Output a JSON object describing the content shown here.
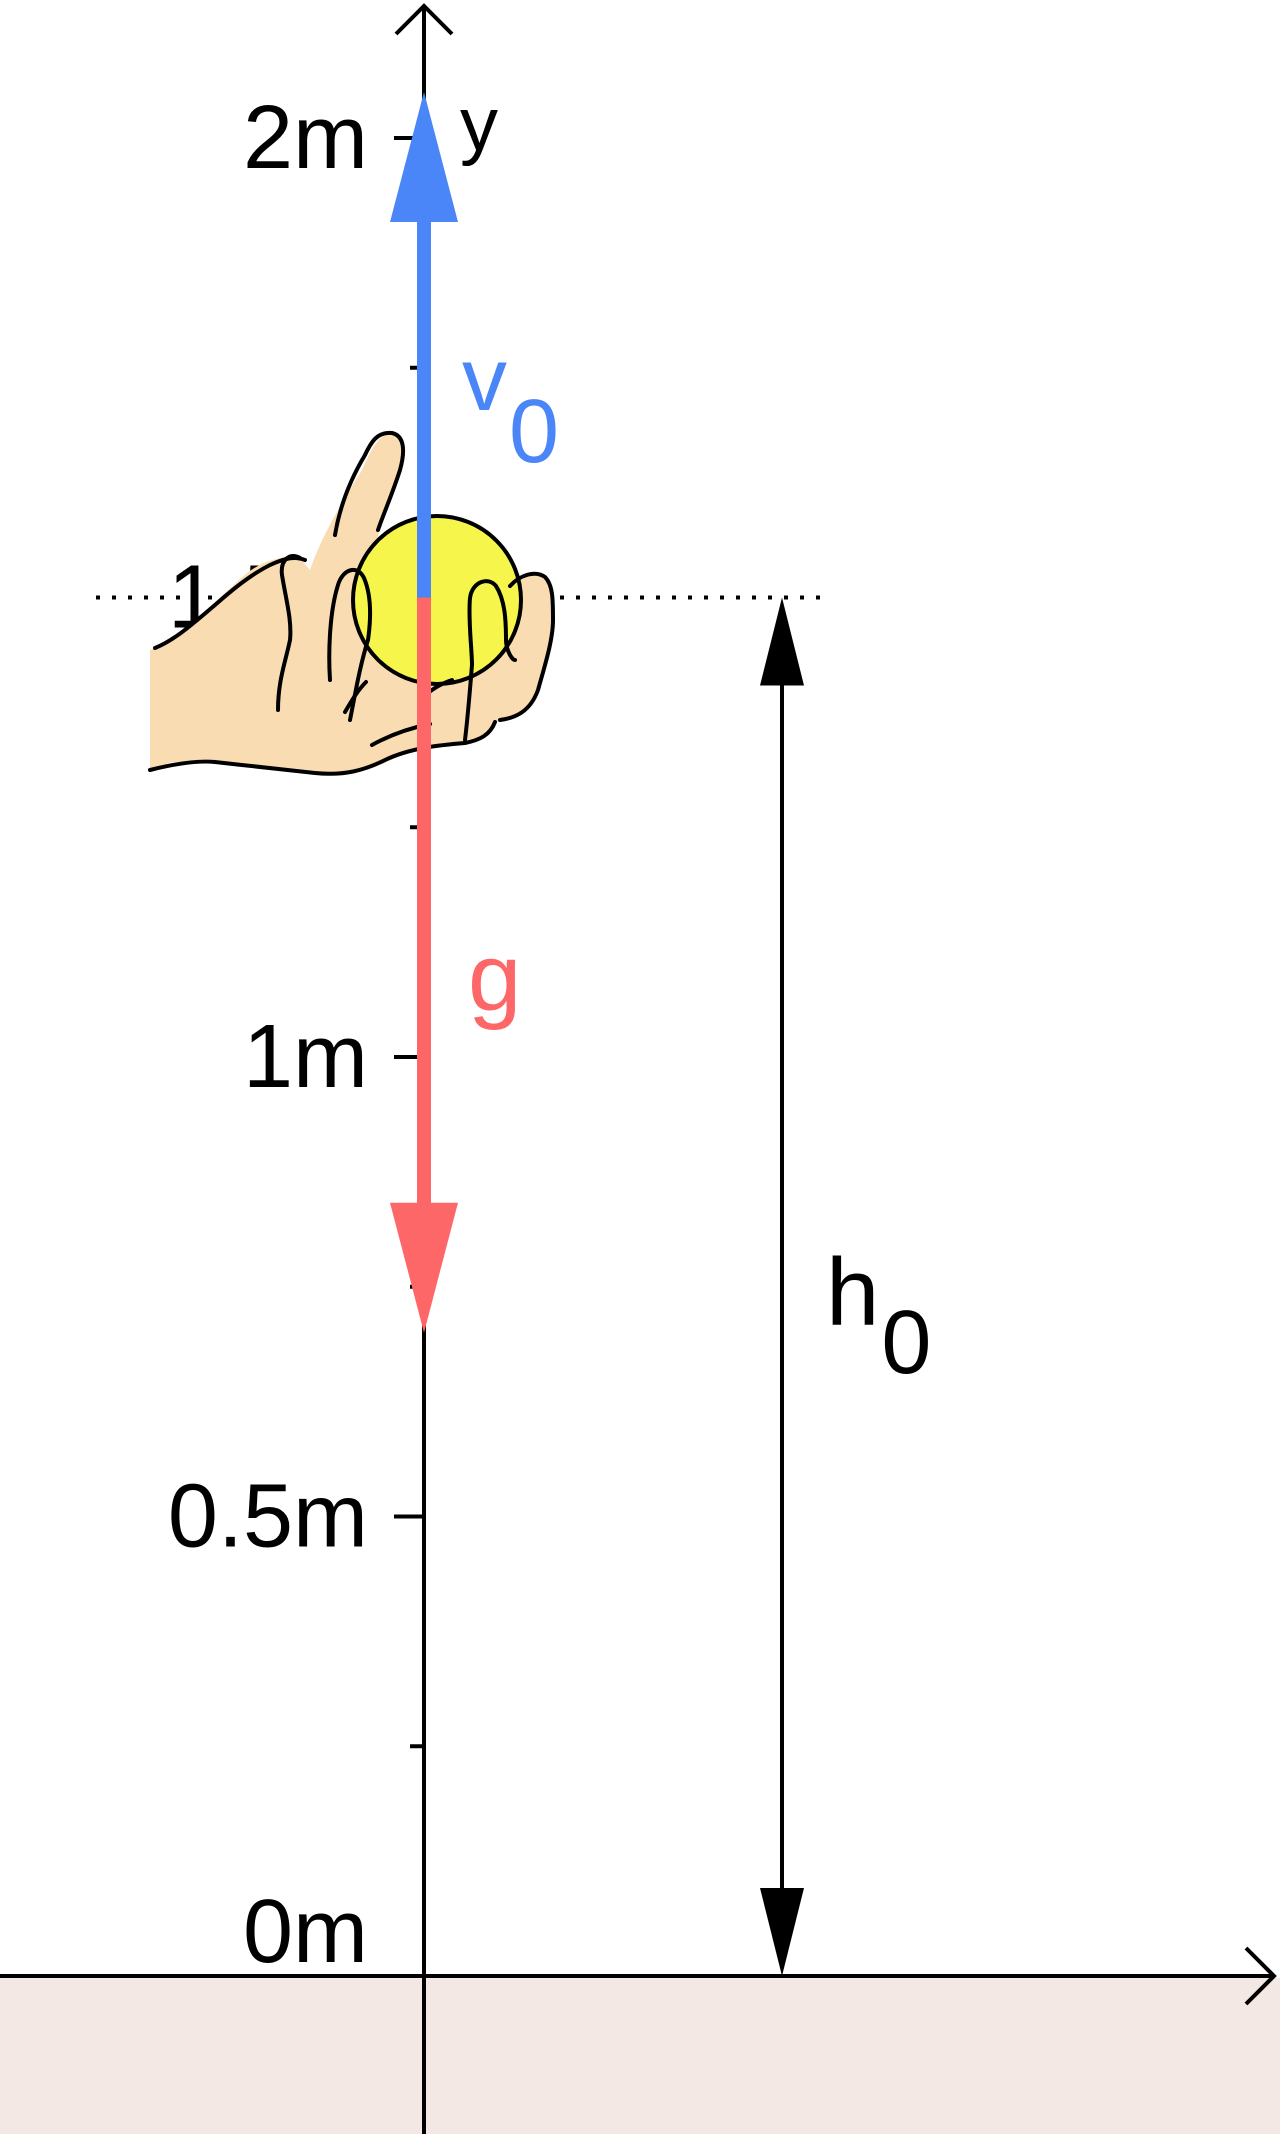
{
  "axis": {
    "y_label": "y",
    "ticks": [
      {
        "value": 0,
        "label": "0m"
      },
      {
        "value": 0.25,
        "label": ""
      },
      {
        "value": 0.5,
        "label": "0.5m"
      },
      {
        "value": 0.75,
        "label": ""
      },
      {
        "value": 1,
        "label": "1m"
      },
      {
        "value": 1.25,
        "label": ""
      },
      {
        "value": 1.5,
        "label": "1.5m"
      },
      {
        "value": 1.75,
        "label": ""
      },
      {
        "value": 2,
        "label": "2m"
      }
    ]
  },
  "launch": {
    "height_value": 1.5,
    "velocity_label": "v",
    "velocity_subscript": "0",
    "velocity_tip_value": 2.05,
    "gravity_label": "g",
    "gravity_tip_value": 0.7,
    "height_label": "h",
    "height_subscript": "0"
  },
  "colors": {
    "velocity": "#4a86f7",
    "gravity": "#fd6767",
    "ground": "#f3e8e3",
    "ball": "#f5f54b",
    "hand": "#fadcb3",
    "ink": "#000000"
  }
}
